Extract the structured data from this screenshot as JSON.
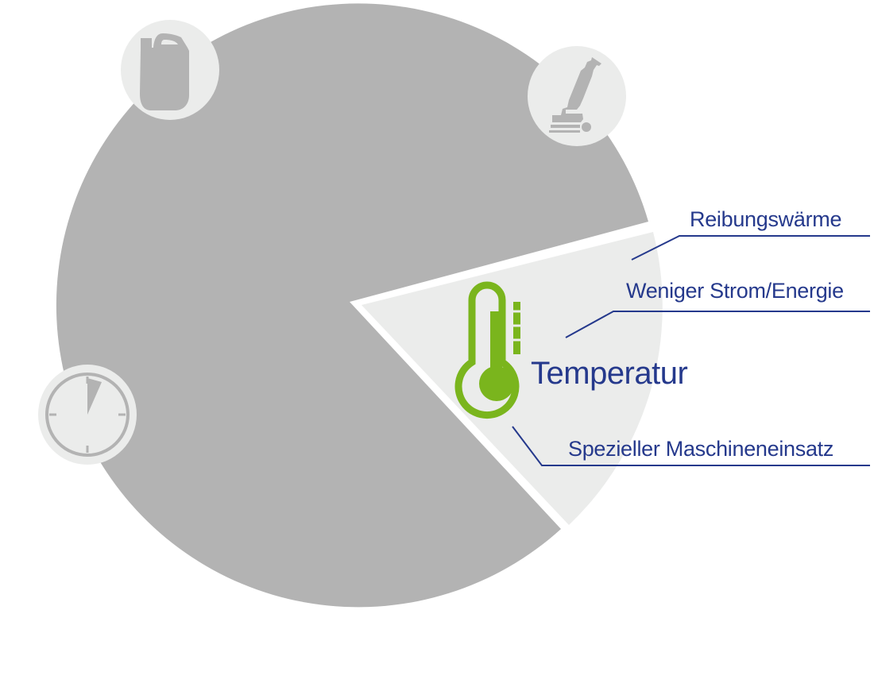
{
  "colors": {
    "pie": "#b3b3b3",
    "slice": "#ebeceb",
    "badge": "#ebeceb",
    "text": "#25398c",
    "thermo": "#7ab51d"
  },
  "icons": [
    "jerry-can-icon",
    "floor-machine-icon",
    "clock-icon",
    "thermometer-icon"
  ],
  "highlight": {
    "title": "Temperatur"
  },
  "labels": [
    "Reibungswärme",
    "Weniger Strom/Energie",
    "Spezieller Maschineneinsatz"
  ]
}
